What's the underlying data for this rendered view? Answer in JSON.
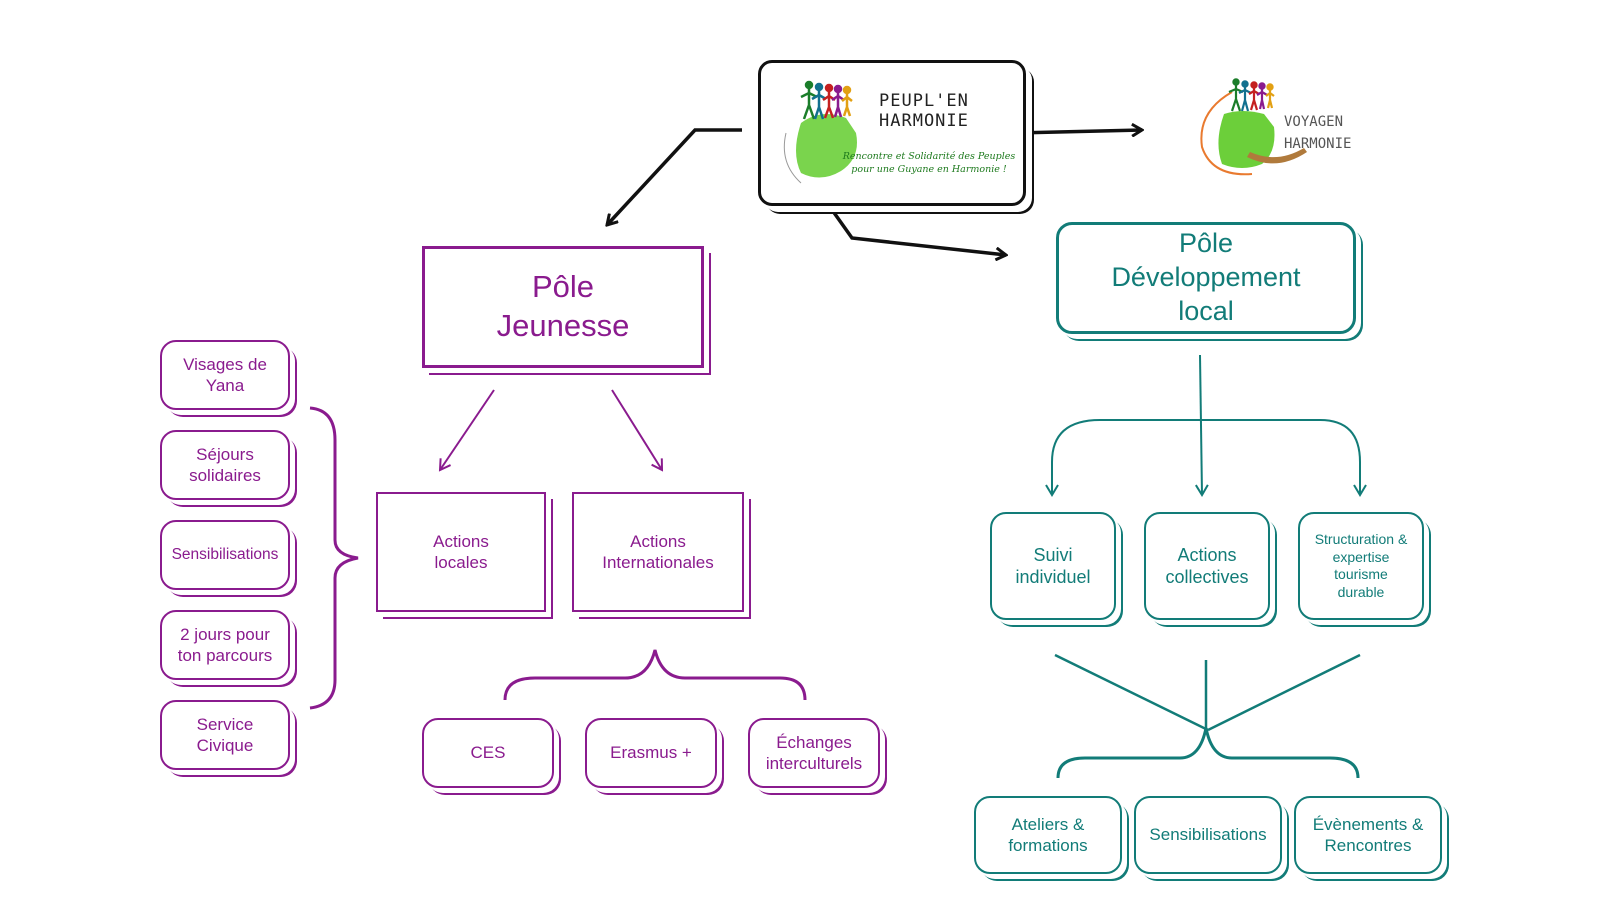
{
  "colors": {
    "purple": "#8a1b8e",
    "teal": "#127c78",
    "black": "#111111",
    "green": "#6ccf3a",
    "orange": "#e97a2f"
  },
  "logo_main": {
    "icon": "people-map-logo-icon",
    "name_line1": "PEUPL'EN",
    "name_line2": "HARMONIE",
    "tagline_line1": "Rencontre et Solidarité des Peuples",
    "tagline_line2": "pour une Guyane en Harmonie !"
  },
  "logo_secondary": {
    "icon": "people-map-canoe-logo-icon",
    "name_line1": "VOYAGEN",
    "name_line2": "HARMONIE"
  },
  "pole_jeunesse": {
    "title": "Pôle\nJeunesse",
    "actions": [
      {
        "label": "Actions\nlocales"
      },
      {
        "label": "Actions\nInternationales"
      }
    ],
    "local_items": [
      {
        "label": "Visages de\nYana"
      },
      {
        "label": "Séjours\nsolidaires"
      },
      {
        "label": "Sensibilisations"
      },
      {
        "label": "2 jours pour\nton parcours"
      },
      {
        "label": "Service\nCivique"
      }
    ],
    "international_items": [
      {
        "label": "CES"
      },
      {
        "label": "Erasmus +"
      },
      {
        "label": "Échanges\ninterculturels"
      }
    ]
  },
  "pole_dev": {
    "title": "Pôle\nDéveloppement\nlocal",
    "actions": [
      {
        "label": "Suivi\nindividuel"
      },
      {
        "label": "Actions\ncollectives"
      },
      {
        "label": "Structuration &\nexpertise\ntourisme\ndurable"
      }
    ],
    "outputs": [
      {
        "label": "Ateliers &\nformations"
      },
      {
        "label": "Sensibilisations"
      },
      {
        "label": "Évènements &\nRencontres"
      }
    ]
  }
}
